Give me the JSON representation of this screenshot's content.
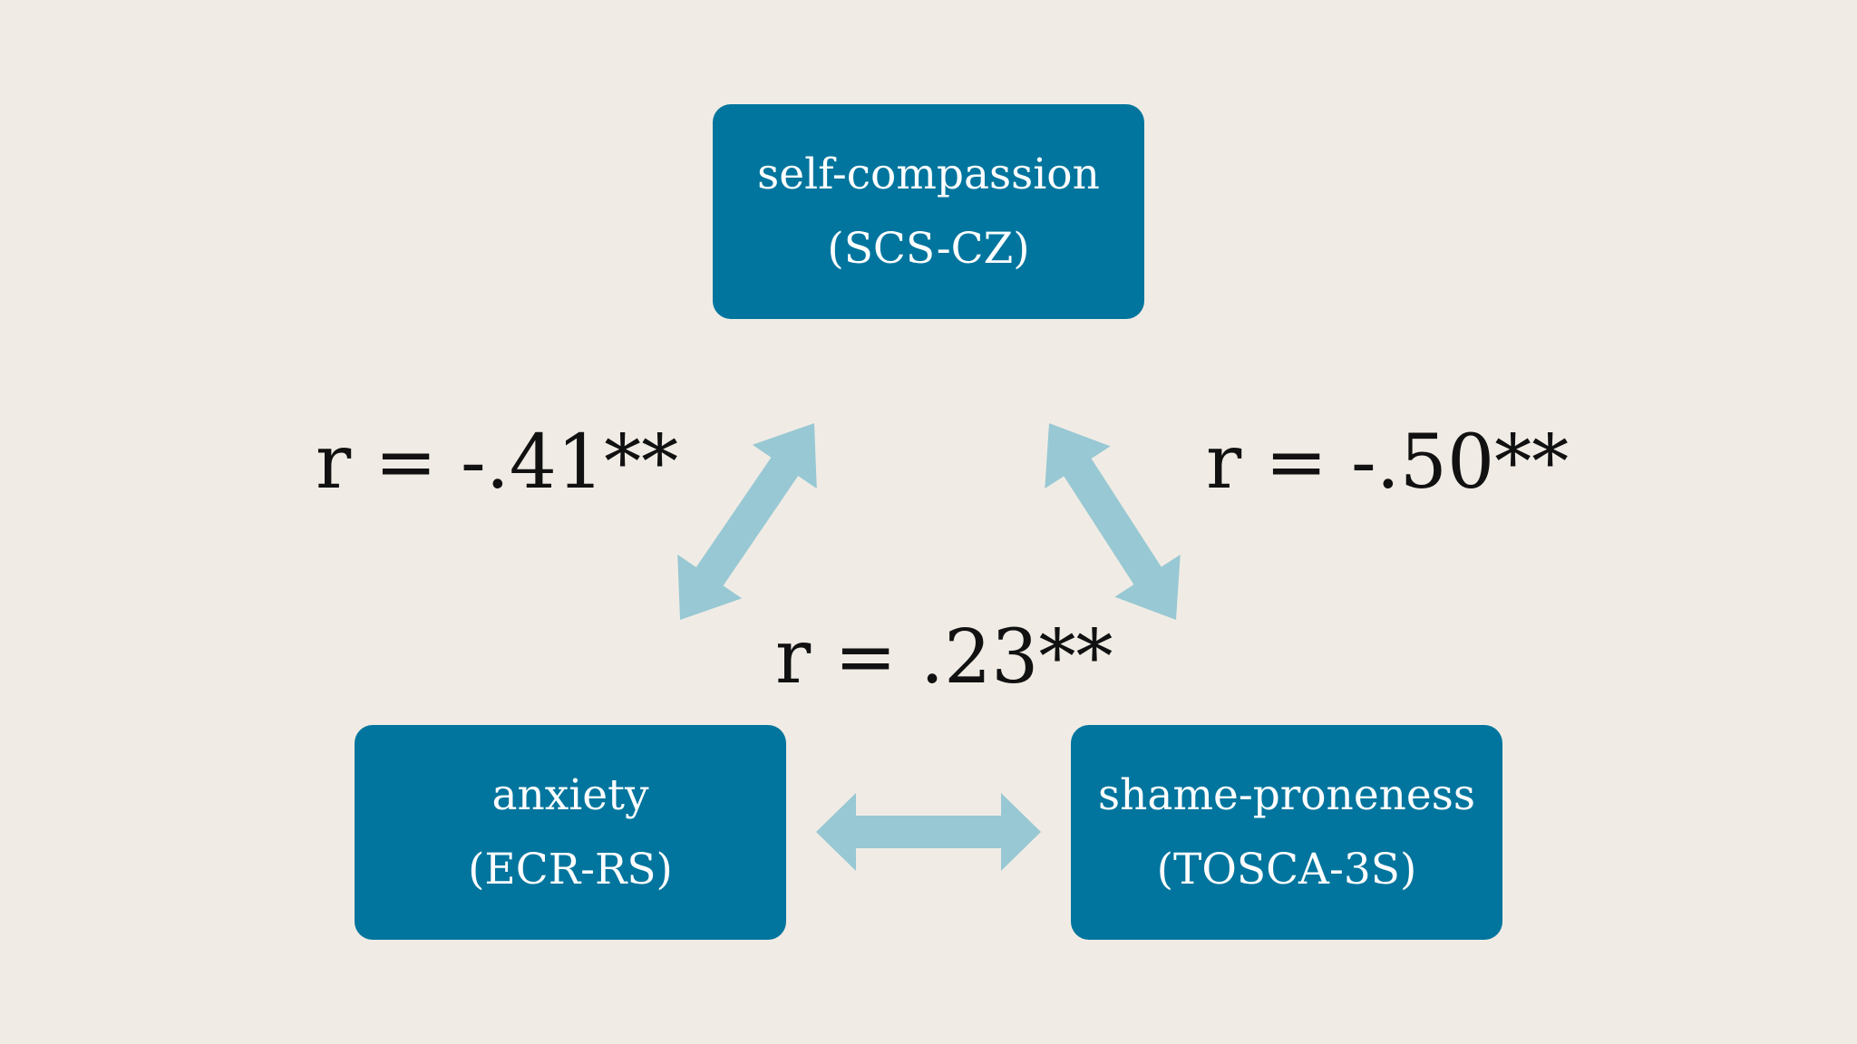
{
  "colors": {
    "background": "#f0ece5",
    "box": "#01759e",
    "box_text": "#ffffff",
    "arrow": "#98c8d3",
    "label_text": "#111111"
  },
  "nodes": {
    "top": {
      "line1": "self-compassion",
      "line2": "(SCS-CZ)"
    },
    "left": {
      "line1": "anxiety",
      "line2": "(ECR-RS)"
    },
    "right": {
      "line1": "shame-proneness",
      "line2": "(TOSCA-3S)"
    }
  },
  "correlations": {
    "left": "r = -.41**",
    "right": "r = -.50**",
    "bottom": "r = .23**"
  },
  "edges": [
    {
      "from": "self-compassion",
      "to": "anxiety",
      "direction": "bidirectional",
      "label": "r = -.41**"
    },
    {
      "from": "self-compassion",
      "to": "shame-proneness",
      "direction": "bidirectional",
      "label": "r = -.50**"
    },
    {
      "from": "anxiety",
      "to": "shame-proneness",
      "direction": "bidirectional",
      "label": "r = .23**"
    }
  ]
}
